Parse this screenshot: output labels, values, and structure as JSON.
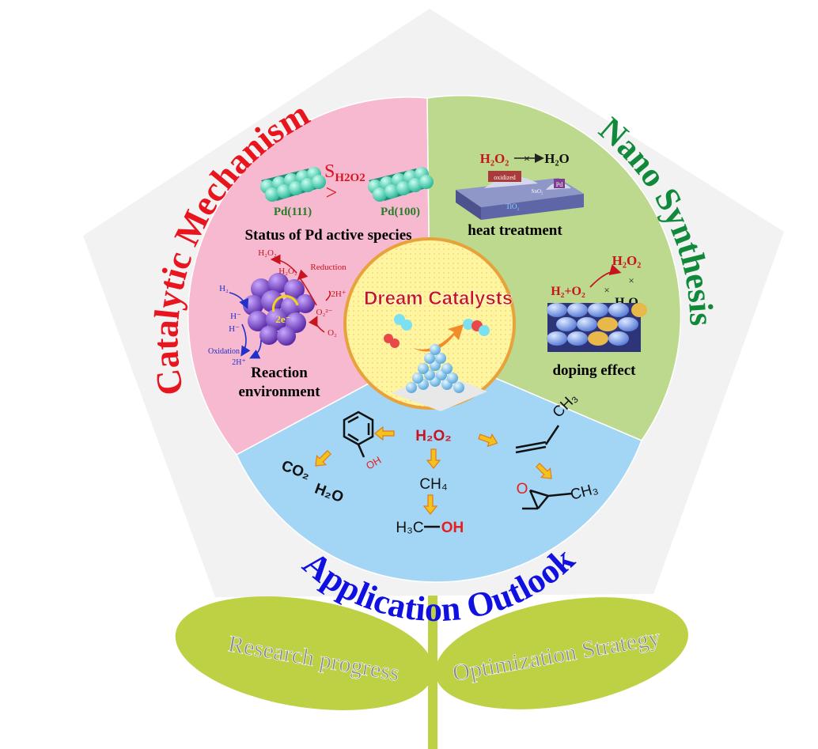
{
  "titles": {
    "catalytic_mechanism": "Catalytic Mechanism",
    "nano_synthesis": "Nano Synthesis",
    "application_outlook": "Application Outlook"
  },
  "center": {
    "label": "Dream Catalysts"
  },
  "mechanism": {
    "pd111": "Pd(111)",
    "pd100": "Pd(100)",
    "s_symbol": "S",
    "s_subscript": "H2O2",
    "greater": ">",
    "status_caption": "Status of Pd active species",
    "reaction_caption_1": "Reaction",
    "reaction_caption_2": "environment",
    "scheme": {
      "h2o2_top": "H₂O₂",
      "h2o2_mid": "H₂O₂",
      "reduction": "Reduction",
      "h2h_plus": "2H⁺",
      "o2_2minus": "O₂²⁻",
      "o2": "O₂",
      "h2": "H₂",
      "h_minus_1": "H⁻",
      "h_minus_2": "H⁻",
      "two_e": "2e⁻",
      "oxidation": "Oxidation",
      "two_h_plus": "2H⁺"
    }
  },
  "synthesis": {
    "h2o2_to_h2o_left": "H₂O₂",
    "h2o2_to_h2o_right": "H₂O",
    "x_mark": "×",
    "oxidized": "oxidized",
    "sno2": "SnO₂",
    "pd": "Pd",
    "tio2": "TiO₂",
    "heat_caption": "heat treatment",
    "reactants": "H₂+O₂",
    "product_h2o2": "H₂O₂",
    "product_h2o": "H₂O",
    "doping_caption": "doping effect"
  },
  "application": {
    "h2o2": "H₂O₂",
    "oh": "OH",
    "co2": "CO₂",
    "h2o": "H₂O",
    "ch4": "CH₄",
    "h3c": "H₃C",
    "oh2": "OH",
    "ch3_top": "CH₃",
    "o_atom": "O",
    "ch3_bottom": "CH₃"
  },
  "leaves": {
    "left": "Research progress",
    "right": "Optimization Strategy"
  },
  "colors": {
    "pentagon": "#f2f2f2",
    "mechanism_sector": "#f7b9cf",
    "synthesis_sector": "#bcd98d",
    "application_sector": "#a3d6f5",
    "center_fill": "#fff6a8",
    "leaf": "#bed144",
    "title_red": "#e8141e",
    "title_green": "#108a3a",
    "title_blue": "#1010e0"
  }
}
